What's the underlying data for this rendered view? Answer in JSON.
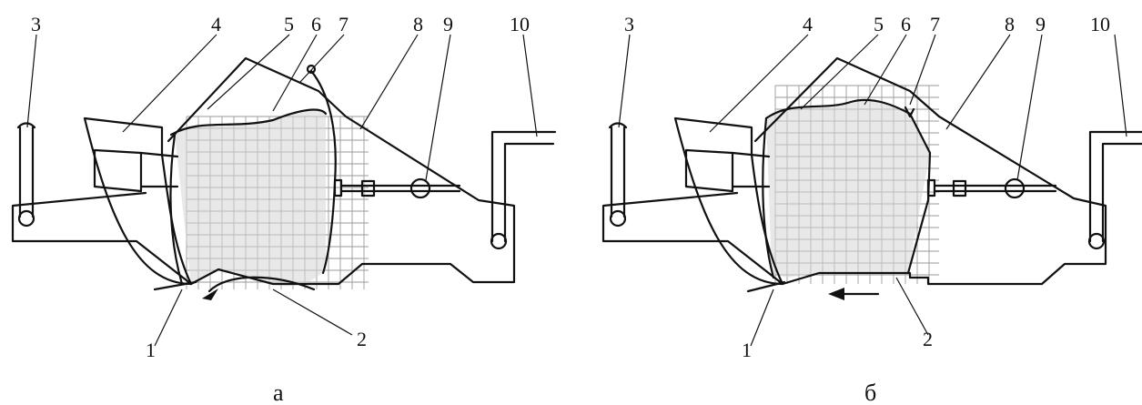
{
  "diagram": {
    "panels": [
      {
        "id": "a",
        "caption": "а",
        "labels": [
          "1",
          "2",
          "3",
          "4",
          "5",
          "6",
          "7",
          "8",
          "9",
          "10"
        ]
      },
      {
        "id": "b",
        "caption": "б",
        "labels": [
          "1",
          "2",
          "3",
          "4",
          "5",
          "6",
          "7",
          "8",
          "9",
          "10"
        ]
      }
    ],
    "colors": {
      "ink": "#111111",
      "grid": "#9a9a9a",
      "fill": "#d6d6d6"
    }
  }
}
